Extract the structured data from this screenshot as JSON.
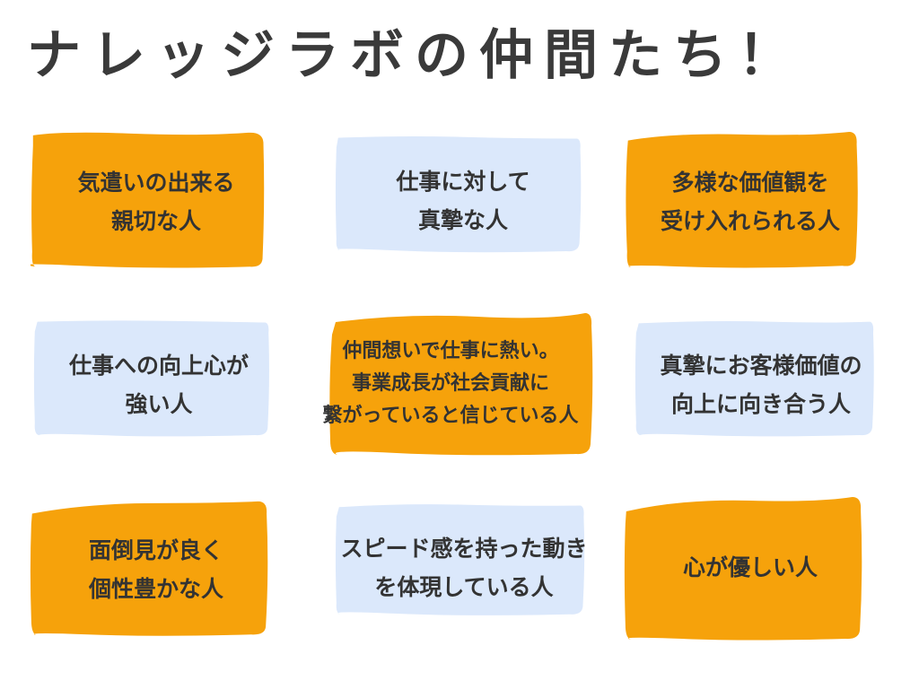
{
  "title": "ナレッジラボの仲間たち！",
  "colors": {
    "orange": "#f6a20b",
    "blue": "#dbe8fb",
    "text": "#333333"
  },
  "cards": [
    {
      "color": "orange",
      "lines": [
        "気遣いの出来る",
        "親切な人"
      ]
    },
    {
      "color": "blue",
      "lines": [
        "仕事に対して",
        "真摯な人"
      ]
    },
    {
      "color": "orange",
      "lines": [
        "多様な価値観を",
        "受け入れられる人"
      ]
    },
    {
      "color": "blue",
      "lines": [
        "仕事への向上心が",
        "強い人"
      ]
    },
    {
      "color": "orange",
      "lines": [
        "仲間想いで仕事に熱い。",
        "事業成長が社会貢献に",
        "繋がっていると信じている人"
      ]
    },
    {
      "color": "blue",
      "lines": [
        "真摯にお客様価値の",
        "向上に向き合う人"
      ]
    },
    {
      "color": "orange",
      "lines": [
        "面倒見が良く",
        "個性豊かな人"
      ]
    },
    {
      "color": "blue",
      "lines": [
        "スピード感を持った動き",
        "を体現している人"
      ]
    },
    {
      "color": "orange",
      "lines": [
        "心が優しい人"
      ]
    }
  ]
}
